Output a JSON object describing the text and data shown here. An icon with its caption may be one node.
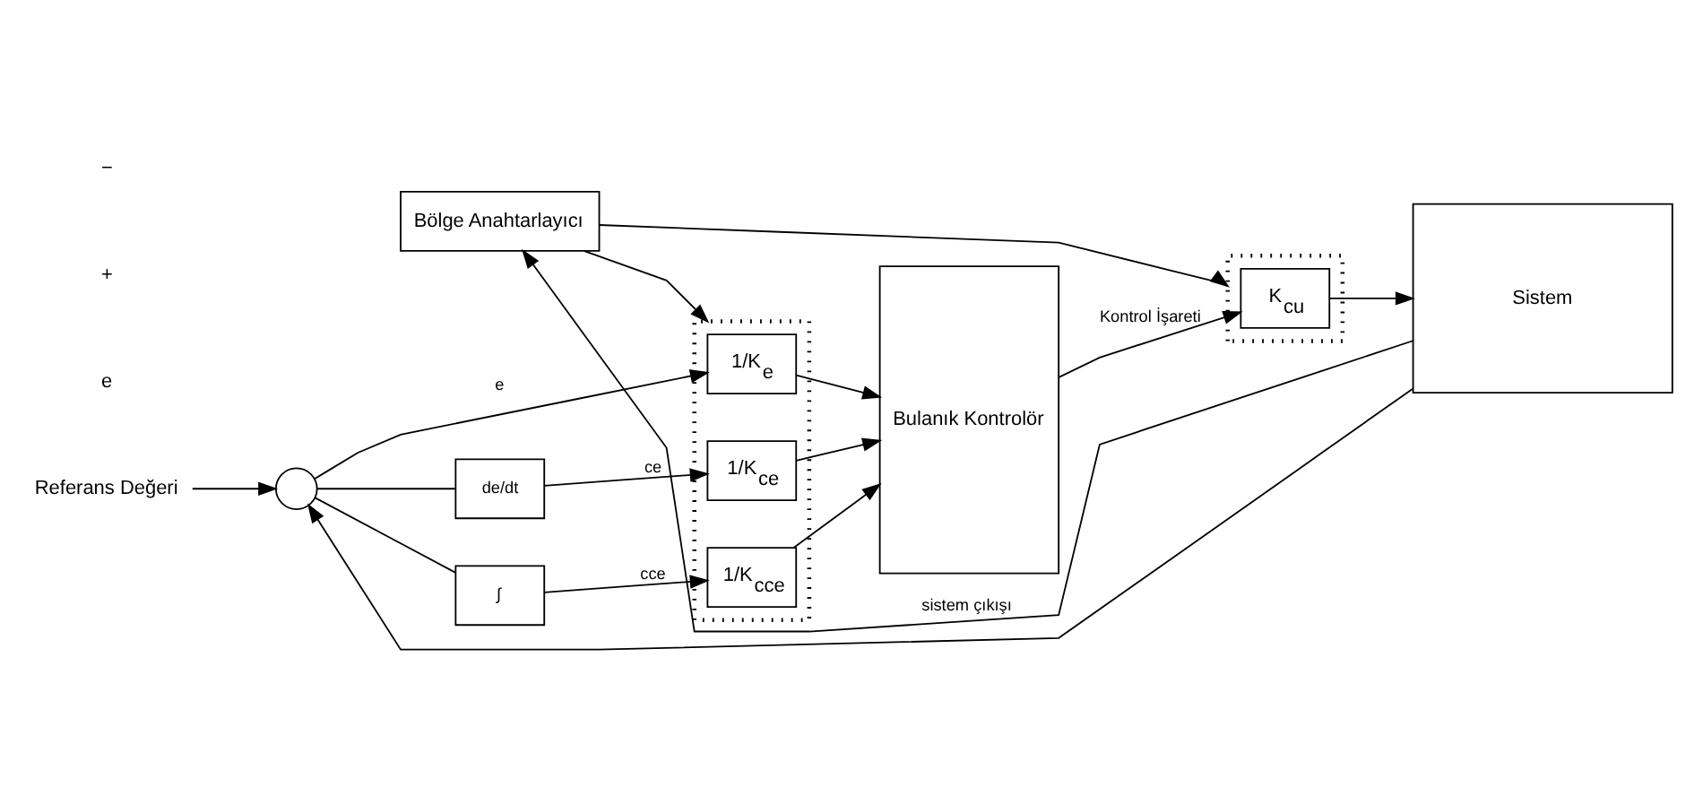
{
  "diagram": {
    "nodes": [
      {
        "text": [
          "Bölge Anahtarlayıcı"
        ]
      },
      {
        "text": [],
        "shape": "box"
      },
      {
        "text": [
          "1/K$_{e}$"
        ],
        "in": 1
      },
      {
        "text": [
          "1/K$_{ce}$"
        ],
        "in": 1
      },
      {
        "text": [
          "1/K$_{cce}$"
        ],
        "in": 1
      },
      {
        "text": [],
        "shape": "box"
      },
      {
        "text": [
          "K$_{cu}$"
        ],
        "in": 5
      },
      {
        "text": [
          "Referans Değeri"
        ]
      },
      {
        "text": [],
        "shape": "circle"
      },
      {
        "text": [
          "de/dt"
        ]
      },
      {
        "text": [
          "∫"
        ]
      },
      {
        "text": [
          "Bulanık Kontrolör"
        ]
      },
      {
        "text": [
          "Sistem"
        ]
      }
    ],
    "edges": [
      {
        "from": 7,
        "to": 8,
        "arrow": "to"
      },
      {
        "from": 8,
        "to": 2,
        "arrow": "to",
        "label": "e"
      },
      {
        "from": 8,
        "to": 9,
        "arrow": "none"
      },
      {
        "from": 8,
        "to": 10,
        "arrow": "none"
      },
      {
        "from": 9,
        "to": 3,
        "arrow": "to",
        "label": "ce"
      },
      {
        "from": 10,
        "to": 4,
        "arrow": "to",
        "label": "cce"
      },
      {
        "from": 0,
        "to": 1,
        "arrow": "to"
      },
      {
        "from": 0,
        "to": 5,
        "arrow": "to"
      },
      {
        "from": 2,
        "to": 11,
        "arrow": "to"
      },
      {
        "from": 3,
        "to": 11,
        "arrow": "to"
      },
      {
        "from": 4,
        "to": 11,
        "arrow": "to"
      },
      {
        "from": 11,
        "to": 6,
        "arrow": "to",
        "label": "Kontrol İşareti"
      },
      {
        "from": 6,
        "to": 12,
        "arrow": "to"
      },
      {
        "from": 12,
        "to": 0,
        "arrow": "to",
        "label": "sistem çıkışı"
      },
      {
        "from": 12,
        "to": 8,
        "arrow": "to"
      }
    ],
    "labels": [
      "e",
      "+",
      "−"
    ]
  }
}
